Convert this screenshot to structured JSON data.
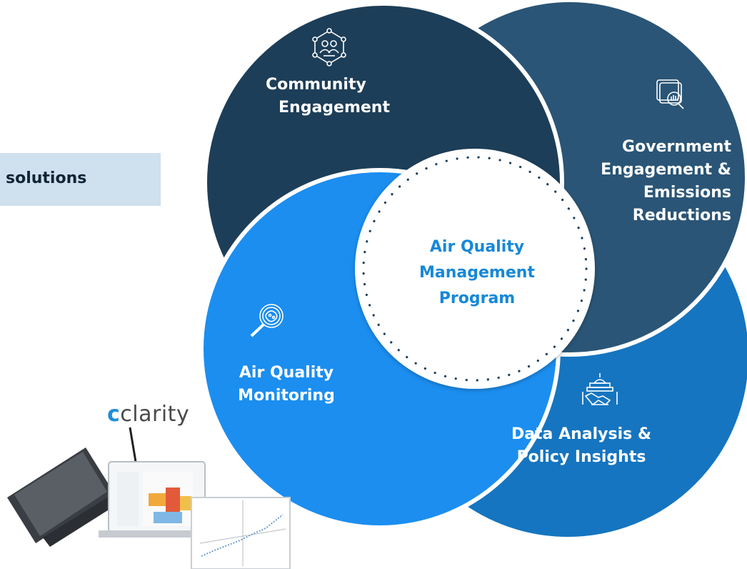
{
  "side_label": "solutions",
  "segments": {
    "community": [
      "Community",
      "Engagement"
    ],
    "government": [
      "Government",
      "Engagement &",
      "Emissions",
      "Reductions"
    ],
    "monitoring": [
      "Air Quality",
      "Monitoring"
    ],
    "analysis": [
      "Data Analysis &",
      "Policy Insights"
    ]
  },
  "center": [
    "Air Quality",
    "Management",
    "Program"
  ],
  "brand": {
    "mark": "c",
    "name": "clarity"
  },
  "colors": {
    "community": "#1d3e58",
    "government": "#2a5576",
    "analysis": "#1575c0",
    "monitoring": "#1b8ef0",
    "center_text": "#1688d8",
    "side_box": "#cfe0ee"
  },
  "icons": {
    "community": "people-network-icon",
    "government": "monitor-search-icon",
    "monitoring": "magnifier-microbe-icon",
    "analysis": "capitol-handshake-icon"
  }
}
